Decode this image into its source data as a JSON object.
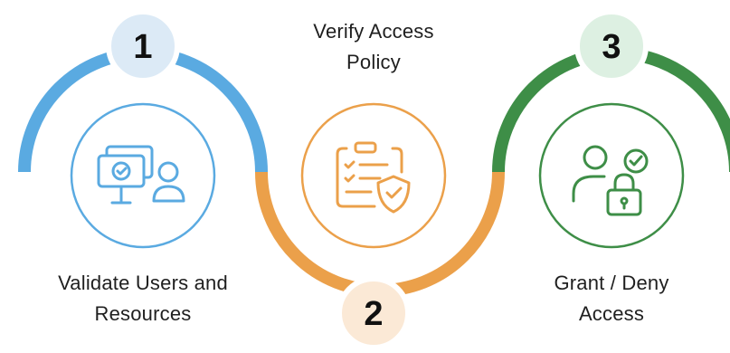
{
  "steps": [
    {
      "number": "1",
      "label_line1": "Validate Users and",
      "label_line2": "Resources",
      "color": "#5aaae1",
      "badge_fill": "#dceaf6",
      "icon": "monitor-user-check-icon"
    },
    {
      "number": "2",
      "label_line1": "Verify Access",
      "label_line2": "Policy",
      "color": "#eba04a",
      "badge_fill": "#fbe9d6",
      "icon": "clipboard-shield-check-icon"
    },
    {
      "number": "3",
      "label_line1": "Grant / Deny",
      "label_line2": "Access",
      "color": "#3e8e47",
      "badge_fill": "#ddf0e2",
      "icon": "users-lock-icon"
    }
  ]
}
